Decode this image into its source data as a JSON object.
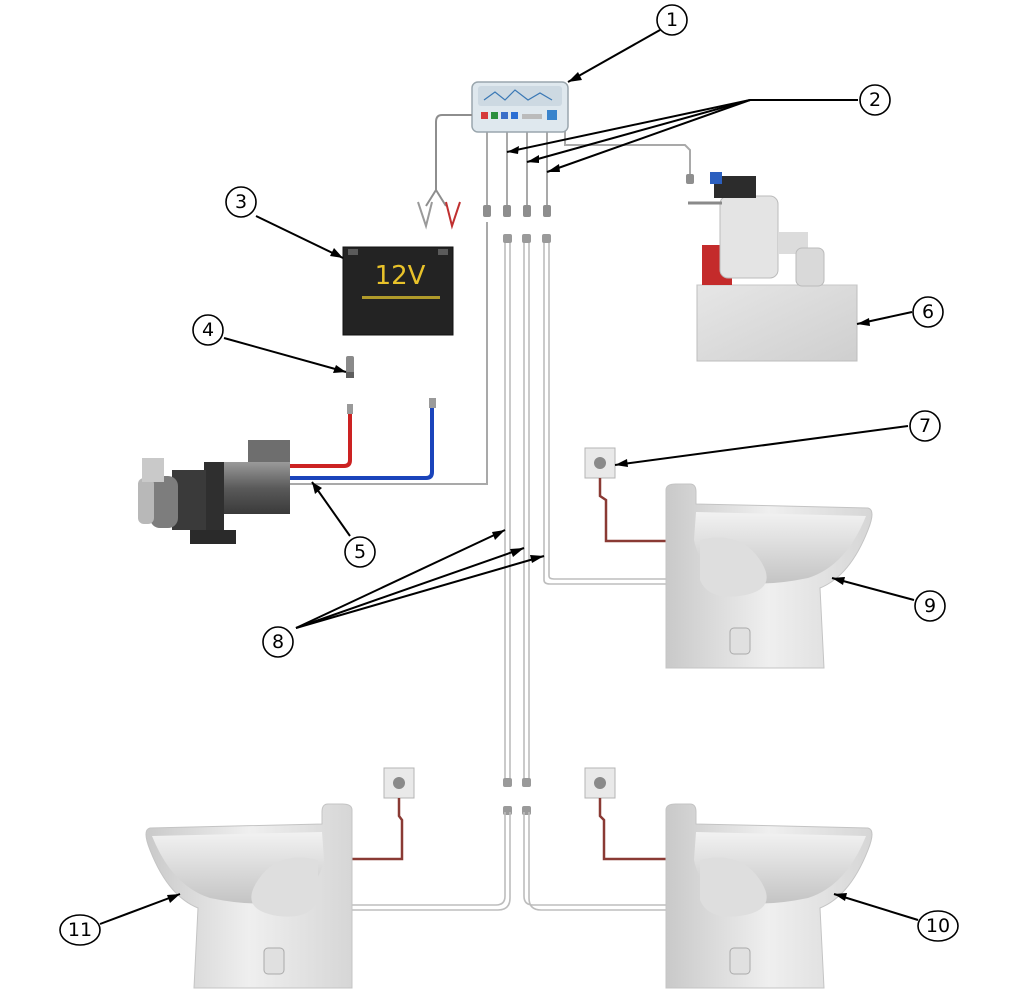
{
  "battery": {
    "voltage_label": "12V"
  },
  "callouts": [
    {
      "id": "1",
      "label": "1"
    },
    {
      "id": "2",
      "label": "2"
    },
    {
      "id": "3",
      "label": "3"
    },
    {
      "id": "4",
      "label": "4"
    },
    {
      "id": "5",
      "label": "5"
    },
    {
      "id": "6",
      "label": "6"
    },
    {
      "id": "7",
      "label": "7"
    },
    {
      "id": "8",
      "label": "8"
    },
    {
      "id": "9",
      "label": "9"
    },
    {
      "id": "10",
      "label": "10"
    },
    {
      "id": "11",
      "label": "11"
    }
  ],
  "colors": {
    "positive_wire": "#cc2222",
    "negative_wire": "#1a44bb",
    "control_wire": "#8a3a34",
    "pipe": "#a9a9a9",
    "battery_body": "#232323",
    "battery_text": "#e8c22a"
  }
}
